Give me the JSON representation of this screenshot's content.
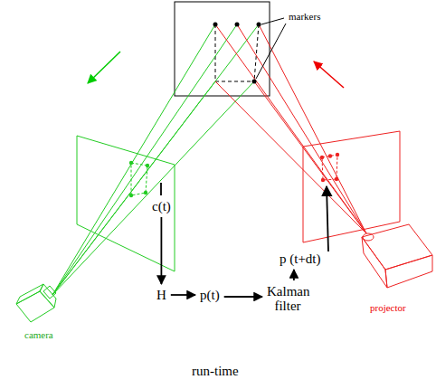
{
  "diagram": {
    "caption": "run-time",
    "nodes": [
      {
        "text": [
          "c(t)"
        ]
      },
      {
        "text": [
          "H"
        ]
      },
      {
        "text": [
          "p(t)"
        ]
      },
      {
        "text": [
          "Kalman filter"
        ]
      },
      {
        "text": [
          "p (t+dt)"
        ]
      }
    ],
    "edges": [
      {
        "from": 0,
        "to": 1,
        "arrow": "to"
      },
      {
        "from": 1,
        "to": 2,
        "arrow": "to"
      },
      {
        "from": 2,
        "to": 3,
        "arrow": "to"
      },
      {
        "from": 3,
        "to": 4,
        "arrow": "to"
      }
    ],
    "labels": [
      "markers",
      "camera",
      "projector"
    ]
  }
}
